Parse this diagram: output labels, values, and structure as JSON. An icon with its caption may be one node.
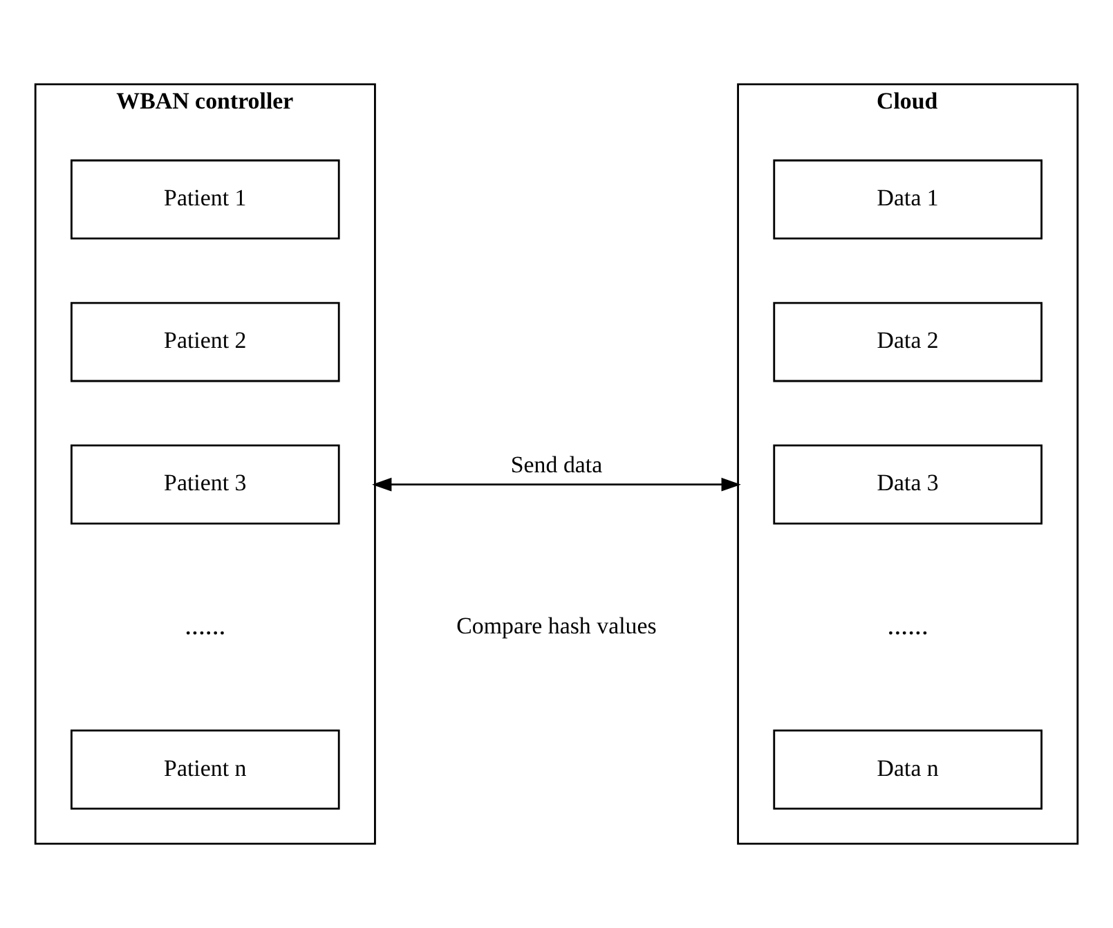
{
  "diagram": {
    "nodes": [
      {
        "text": [
          "WBAN controller"
        ]
      },
      {
        "text": [
          "Patient 1"
        ],
        "in": 0
      },
      {
        "text": [
          "Patient 2"
        ],
        "in": 0
      },
      {
        "text": [
          "Patient 3"
        ],
        "in": 0
      },
      {
        "text": [
          "Patient n"
        ],
        "in": 0
      },
      {
        "text": [
          "Cloud"
        ]
      },
      {
        "text": [
          "Data 1"
        ],
        "in": 5
      },
      {
        "text": [
          "Data 2"
        ],
        "in": 5
      },
      {
        "text": [
          "Data 3"
        ],
        "in": 5
      },
      {
        "text": [
          "Data n"
        ],
        "in": 5
      }
    ],
    "edges": [
      {
        "from": 0,
        "to": 5,
        "arrow": "both",
        "label": "Send data"
      }
    ],
    "labels": [
      "......",
      "......",
      "Compare hash values"
    ]
  }
}
